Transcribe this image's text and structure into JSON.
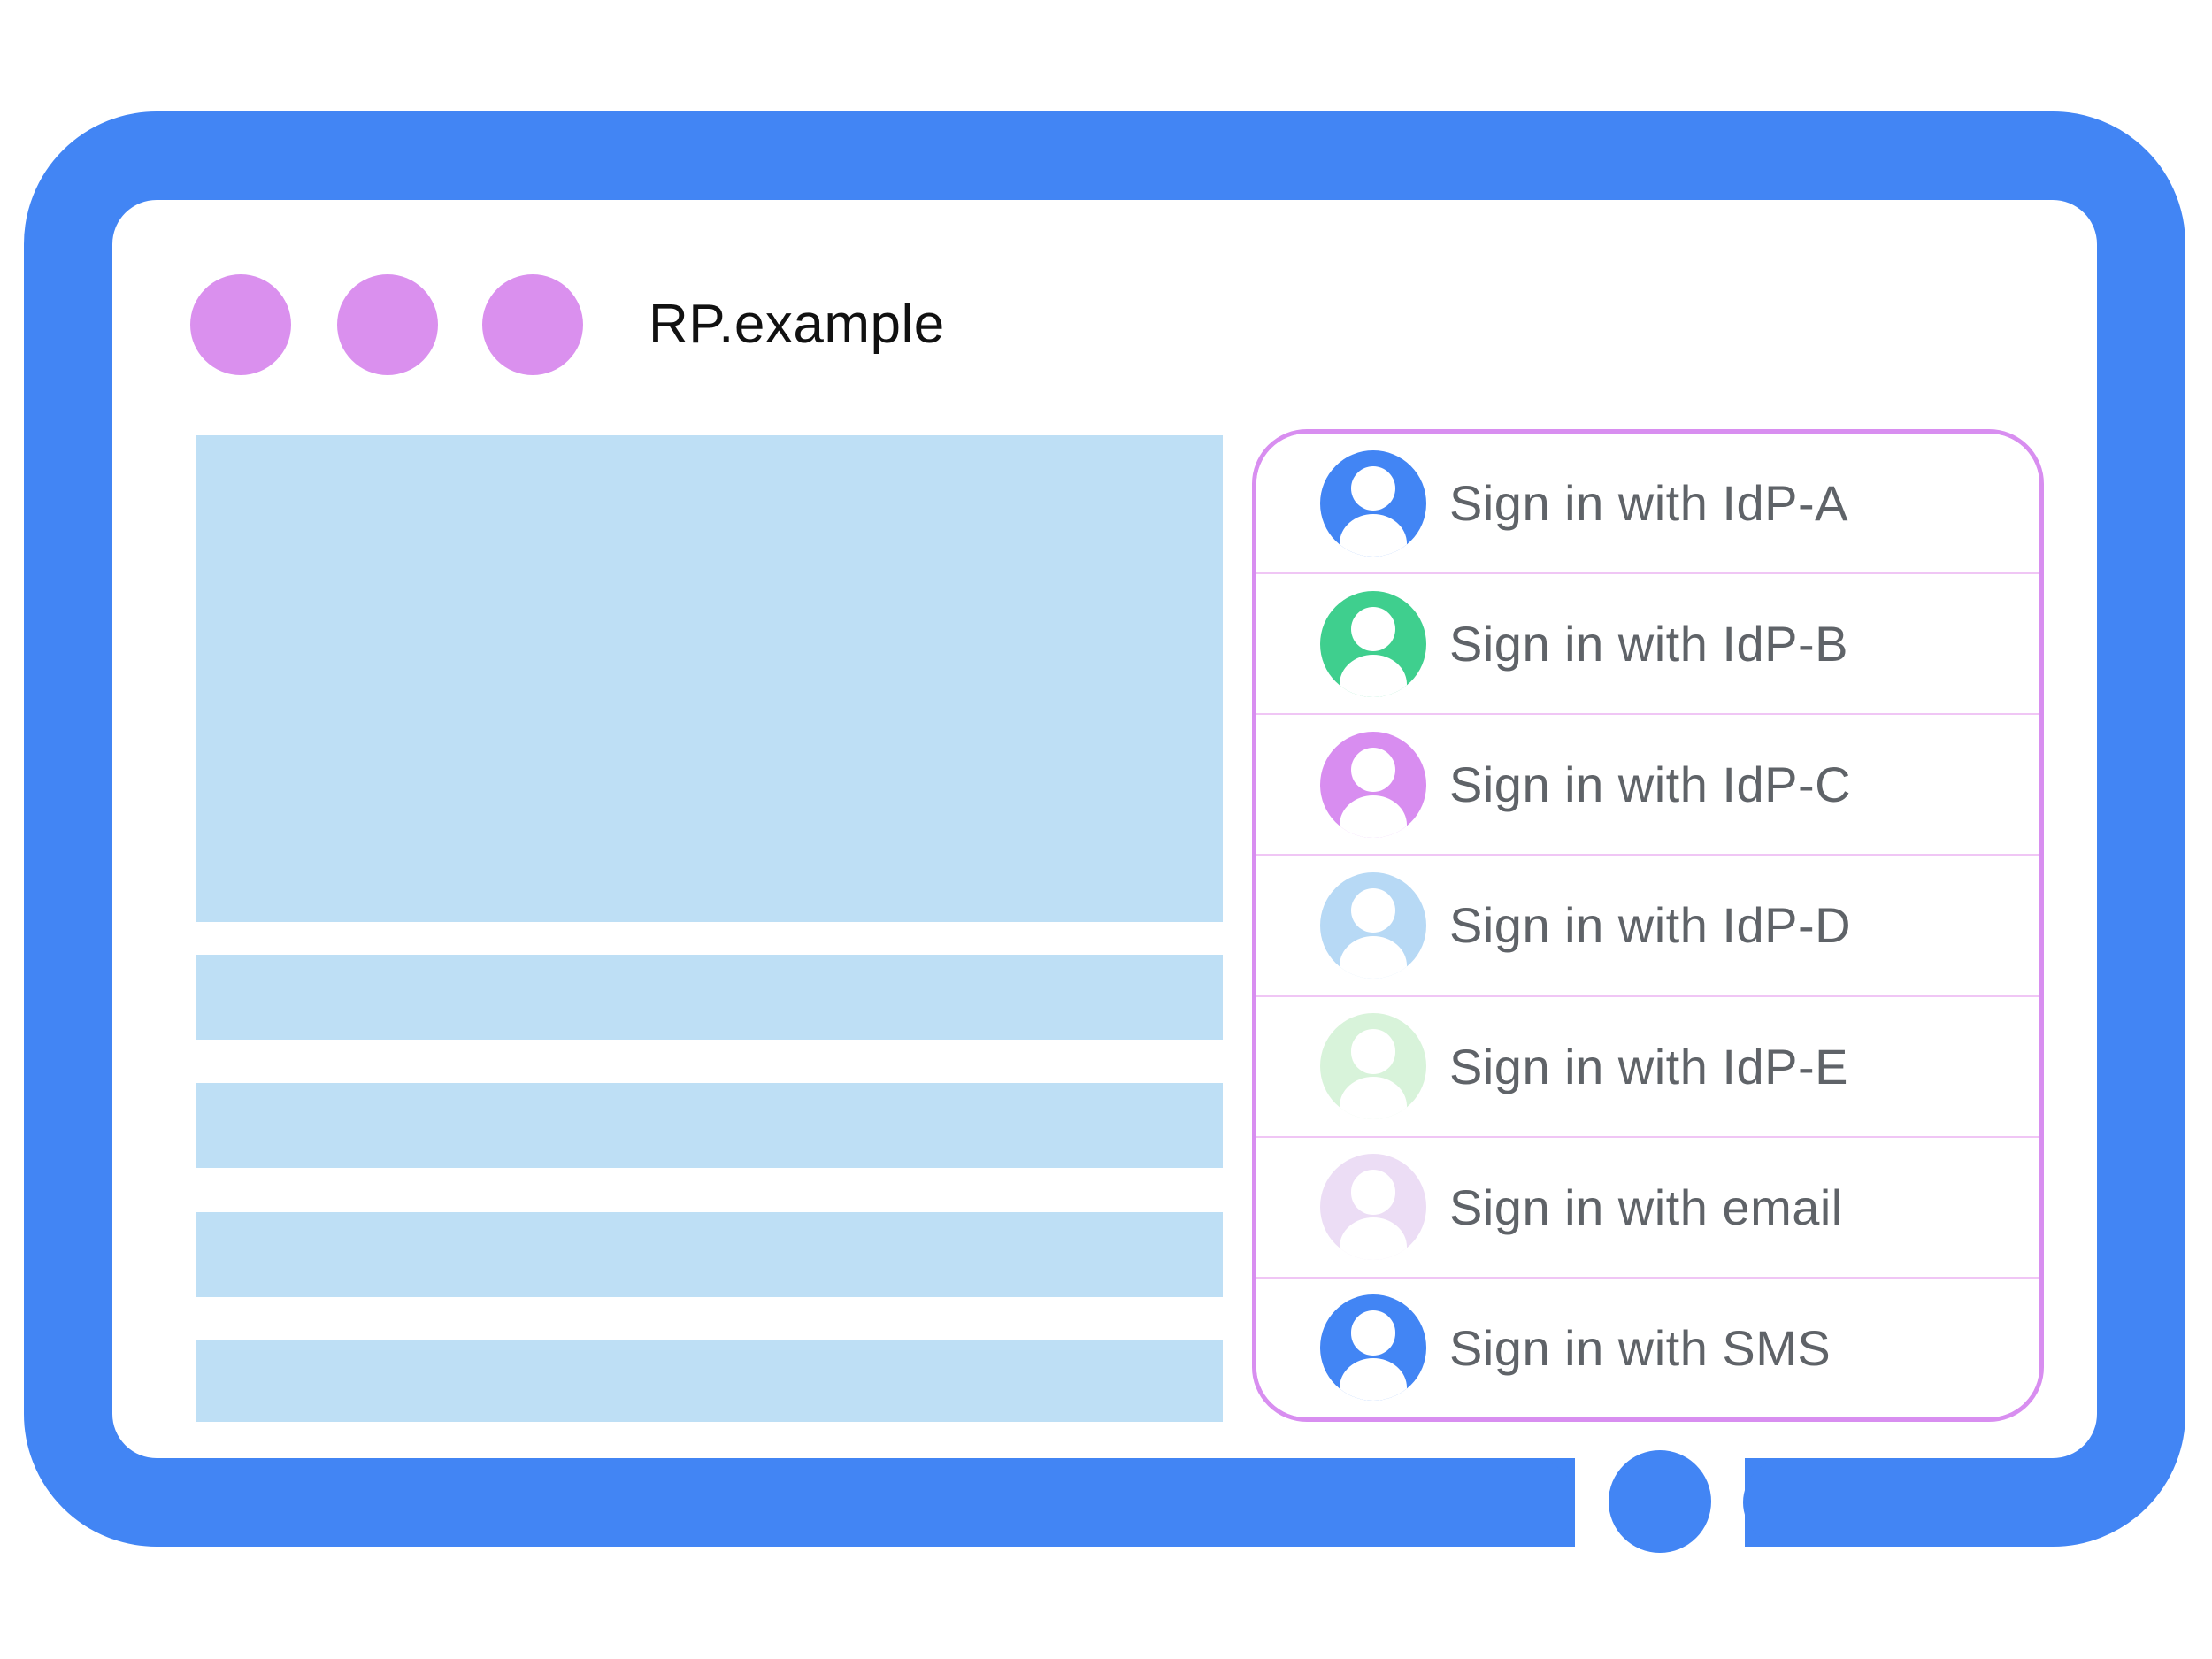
{
  "colors": {
    "frame_blue": "#4285F4",
    "window_dot_purple": "#DA90EE",
    "placeholder_blue": "#BEDFF5",
    "panel_border_purple": "#D88EF0",
    "panel_divider_purple": "#F0C6F5",
    "option_text_gray": "#5F6368",
    "title_black": "#111111"
  },
  "browser_window": {
    "title": "RP.example"
  },
  "sign_in_panel": {
    "options": [
      {
        "label": "Sign in with IdP-A",
        "avatar_color": "#4285F4",
        "avatar_icon": "person-icon"
      },
      {
        "label": "Sign in with IdP-B",
        "avatar_color": "#3FCF8E",
        "avatar_icon": "person-icon"
      },
      {
        "label": "Sign in with IdP-C",
        "avatar_color": "#D88DF0",
        "avatar_icon": "person-icon"
      },
      {
        "label": "Sign in with IdP-D",
        "avatar_color": "#B7D9F5",
        "avatar_icon": "person-icon"
      },
      {
        "label": "Sign in with IdP-E",
        "avatar_color": "#D8F3DA",
        "avatar_icon": "person-icon"
      },
      {
        "label": "Sign in with email",
        "avatar_color": "#ECDDF5",
        "avatar_icon": "person-icon"
      },
      {
        "label": "Sign in with SMS",
        "avatar_color": "#4285F4",
        "avatar_icon": "person-icon"
      }
    ]
  }
}
